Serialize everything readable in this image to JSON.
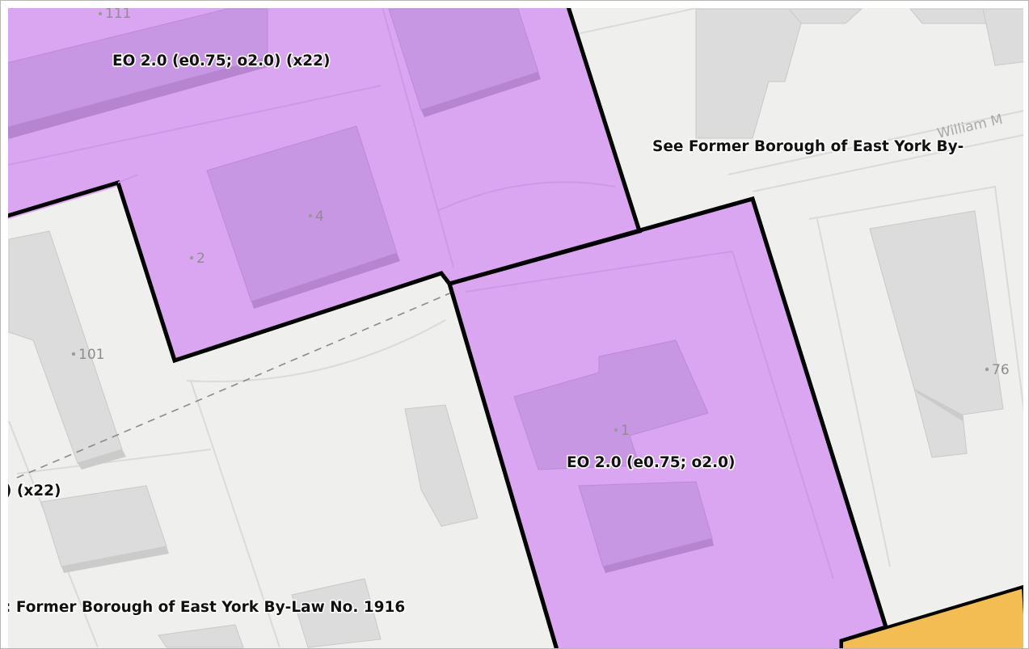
{
  "map": {
    "zone_labels": {
      "top_left": "EO 2.0 (e0.75; o2.0) (x22)",
      "center": "EO 2.0 (e0.75; o2.0)",
      "left_clipped": ") (x22)",
      "top_right_bylaw": "See Former Borough of East York By-",
      "bottom_bylaw": ": Former Borough of East York By-Law No. 1916"
    },
    "street_names": {
      "top_right": "William M"
    },
    "address_numbers": {
      "a111": "111",
      "a4": "4",
      "a2": "2",
      "a101": "101",
      "a1": "1",
      "a76": "76"
    },
    "colors": {
      "base_map": "#efefed",
      "zone_purple": "#dba6f1",
      "building": "#dcdcdc",
      "building_in_zone": "#c897e4",
      "boundary": "#000000",
      "zone_orange": "#f4bd53"
    }
  }
}
